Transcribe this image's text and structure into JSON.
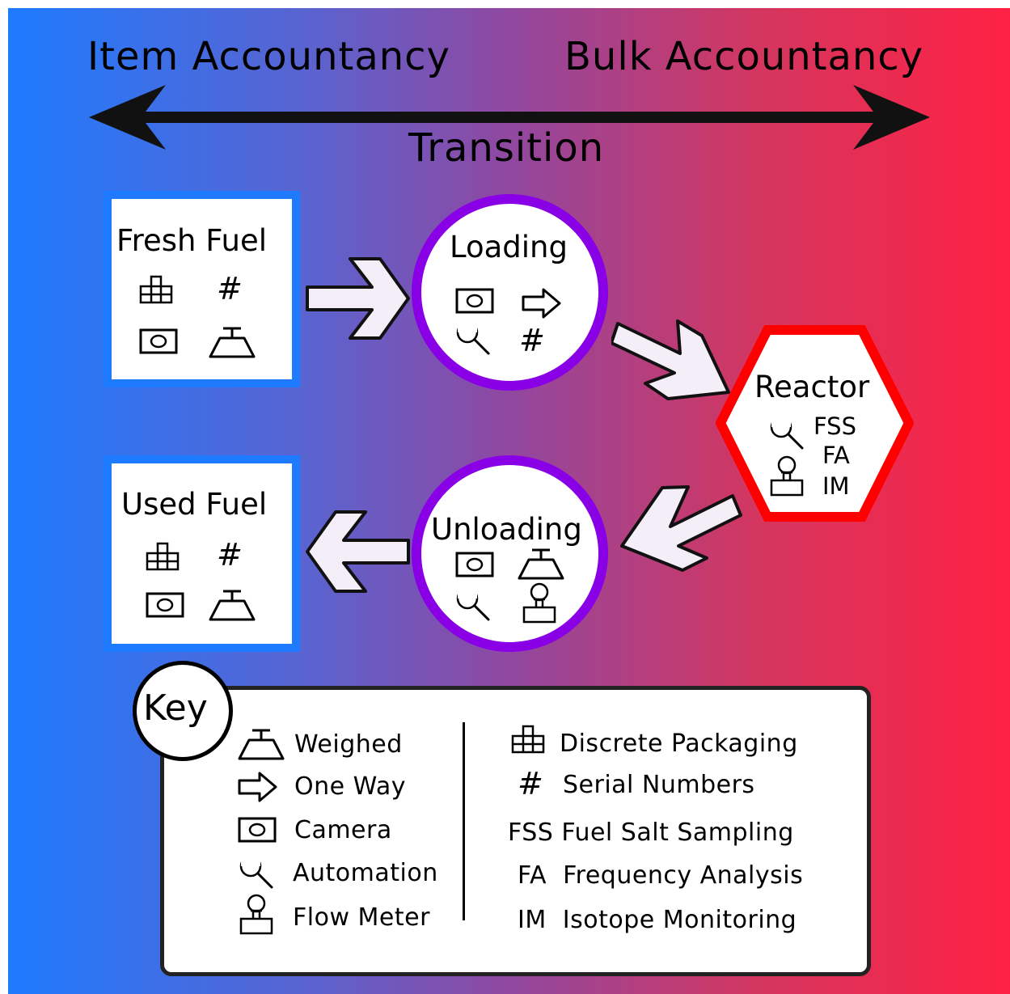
{
  "header": {
    "left": "Item Accountancy",
    "right": "Bulk Accountancy",
    "center": "Transition"
  },
  "nodes": {
    "fresh_fuel": "Fresh Fuel",
    "loading": "Loading",
    "reactor": "Reactor",
    "unloading": "Unloading",
    "used_fuel": "Used Fuel"
  },
  "reactor_tags": [
    "FSS",
    "FA",
    "IM"
  ],
  "key": {
    "title": "Key",
    "left": [
      "Weighed",
      "One Way",
      "Camera",
      "Automation",
      "Flow Meter"
    ],
    "right": [
      "Discrete Packaging",
      "Serial Numbers",
      "FSS Fuel Salt Sampling",
      "FA  Frequency Analysis",
      "IM  Isotope Monitoring"
    ]
  },
  "glyphs": {
    "hash": "#"
  },
  "colors": {
    "item": "#1e7bff",
    "bulk": "#ff2144",
    "transition_circle": "#8a00e6",
    "reactor_border": "#ff0000"
  }
}
